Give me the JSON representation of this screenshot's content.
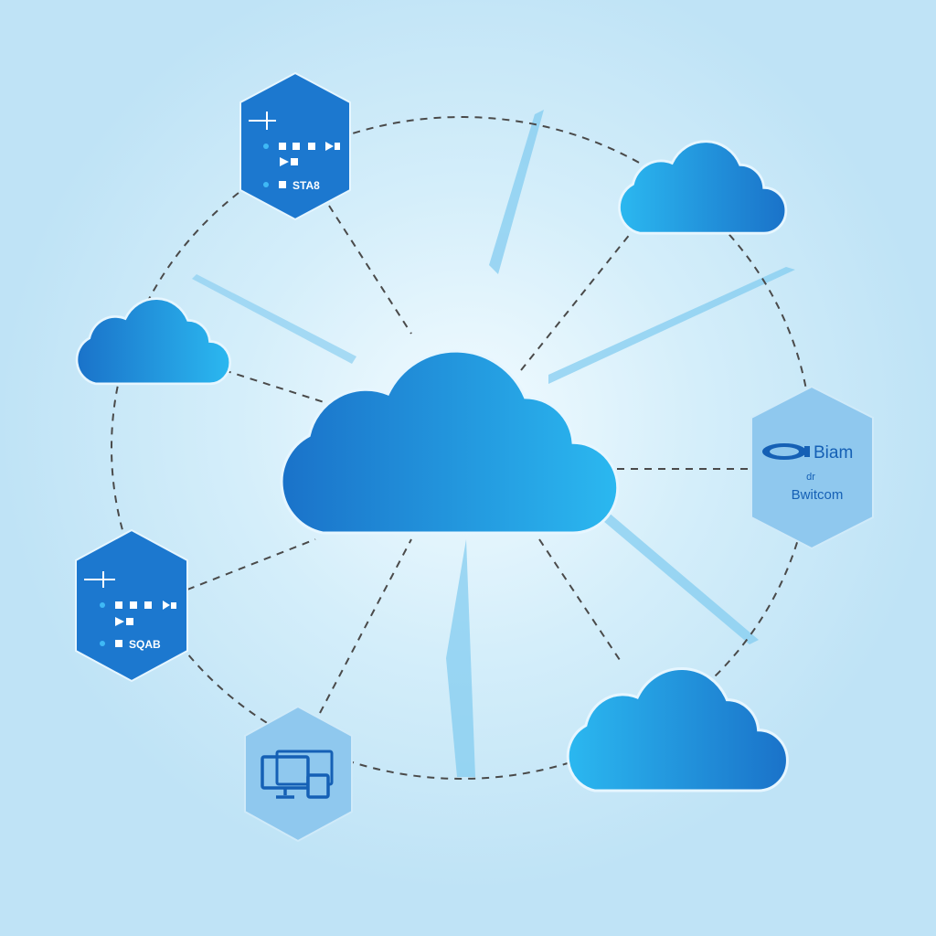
{
  "nodes": {
    "top_hex": {
      "label": "STA8"
    },
    "left_hex": {
      "label": "SQAB"
    },
    "right_hex": {
      "title": "Biam",
      "middle": "dr",
      "subtitle": "Bwitcom"
    }
  },
  "colors": {
    "background": "#bfe3f6",
    "cloud_light": "#2bb8f0",
    "cloud_dark": "#1a72c9",
    "hex_dark": "#1c78cf",
    "hex_light": "#8fc8ee",
    "dash": "#4a4a4a"
  }
}
